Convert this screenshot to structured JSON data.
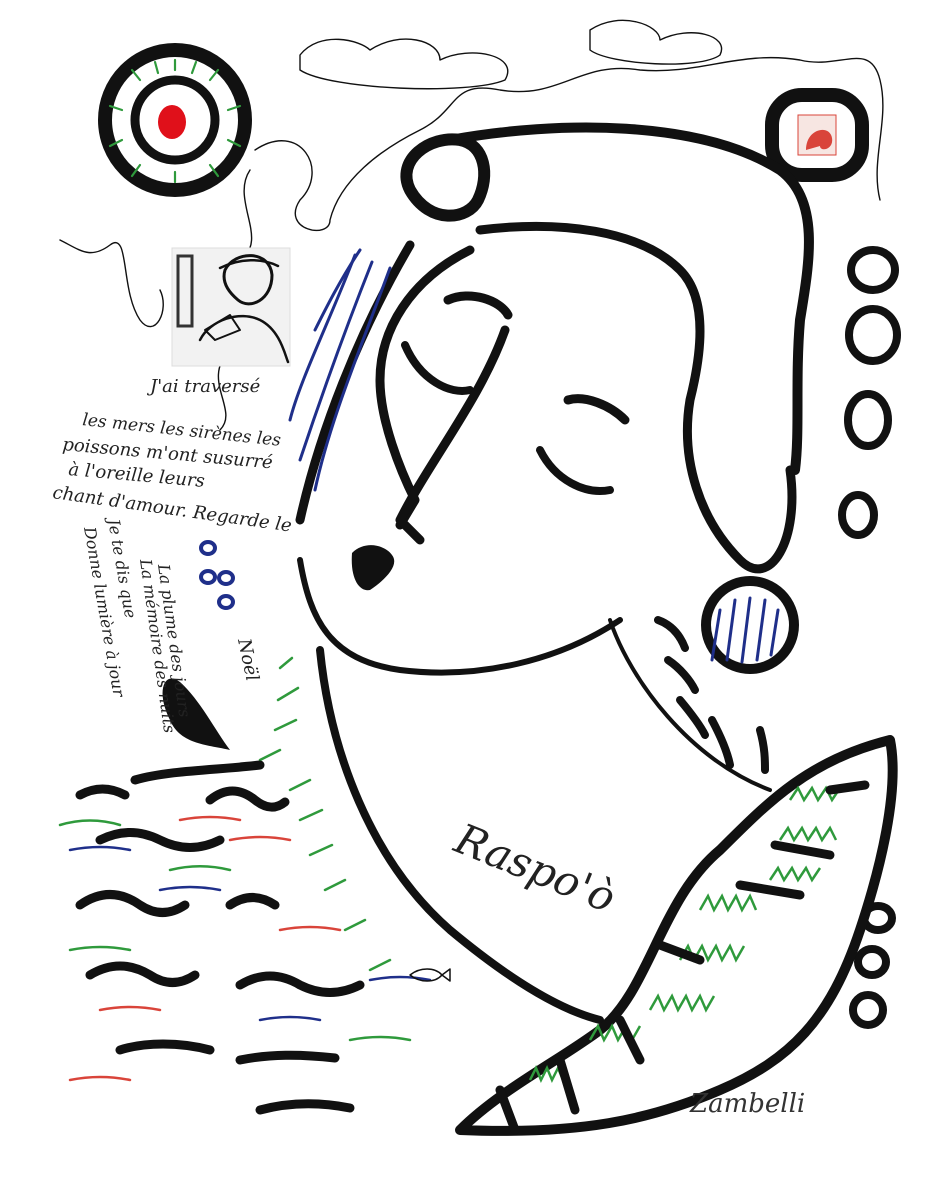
{
  "artwork": {
    "poem_lines": [
      "J'ai traversé",
      "les mers les sirènes les",
      "poissons m'ont susurré",
      "à l'oreille leurs",
      "chant d'amour. Regarde le",
      "Noël"
    ],
    "poem_column_lines": [
      "La plume des jours",
      "La mémoire des nuits",
      "Je te dis que",
      "Donne lumière à jour"
    ],
    "title_text": "Raspo'ò",
    "signature_text": "Zambelli",
    "colors": {
      "ink": "#111111",
      "navy": "#1f2f8a",
      "green": "#2f9a3c",
      "red": "#e0101a",
      "stamp_red": "#d9443a"
    }
  }
}
